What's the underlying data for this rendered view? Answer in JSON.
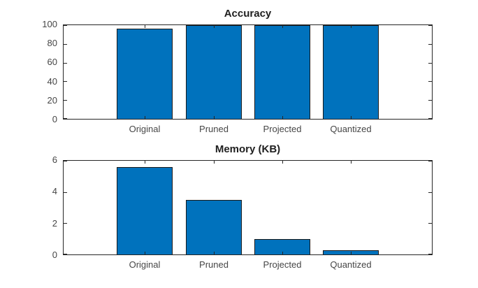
{
  "figure": {
    "background": "#ffffff"
  },
  "style": {
    "bar_fill": "#0072BD",
    "bar_edge": "#1a1a1a",
    "axis_color": "#262626",
    "tick_label_color": "#464646",
    "title_color": "#1f1f1f"
  },
  "chart_data": [
    {
      "type": "bar",
      "title": "Accuracy",
      "categories": [
        "Original",
        "Pruned",
        "Projected",
        "Quantized"
      ],
      "values": [
        96.5,
        100,
        100,
        100
      ],
      "xlabel": "",
      "ylabel": "",
      "ylim": [
        0,
        100
      ],
      "yticks": [
        0,
        20,
        40,
        60,
        80,
        100
      ],
      "grid": false,
      "legend": null
    },
    {
      "type": "bar",
      "title": "Memory (KB)",
      "categories": [
        "Original",
        "Pruned",
        "Projected",
        "Quantized"
      ],
      "values": [
        5.6,
        3.5,
        1.0,
        0.25
      ],
      "xlabel": "",
      "ylabel": "",
      "ylim": [
        0,
        6
      ],
      "yticks": [
        0,
        2,
        4,
        6
      ],
      "grid": false,
      "legend": null
    }
  ]
}
